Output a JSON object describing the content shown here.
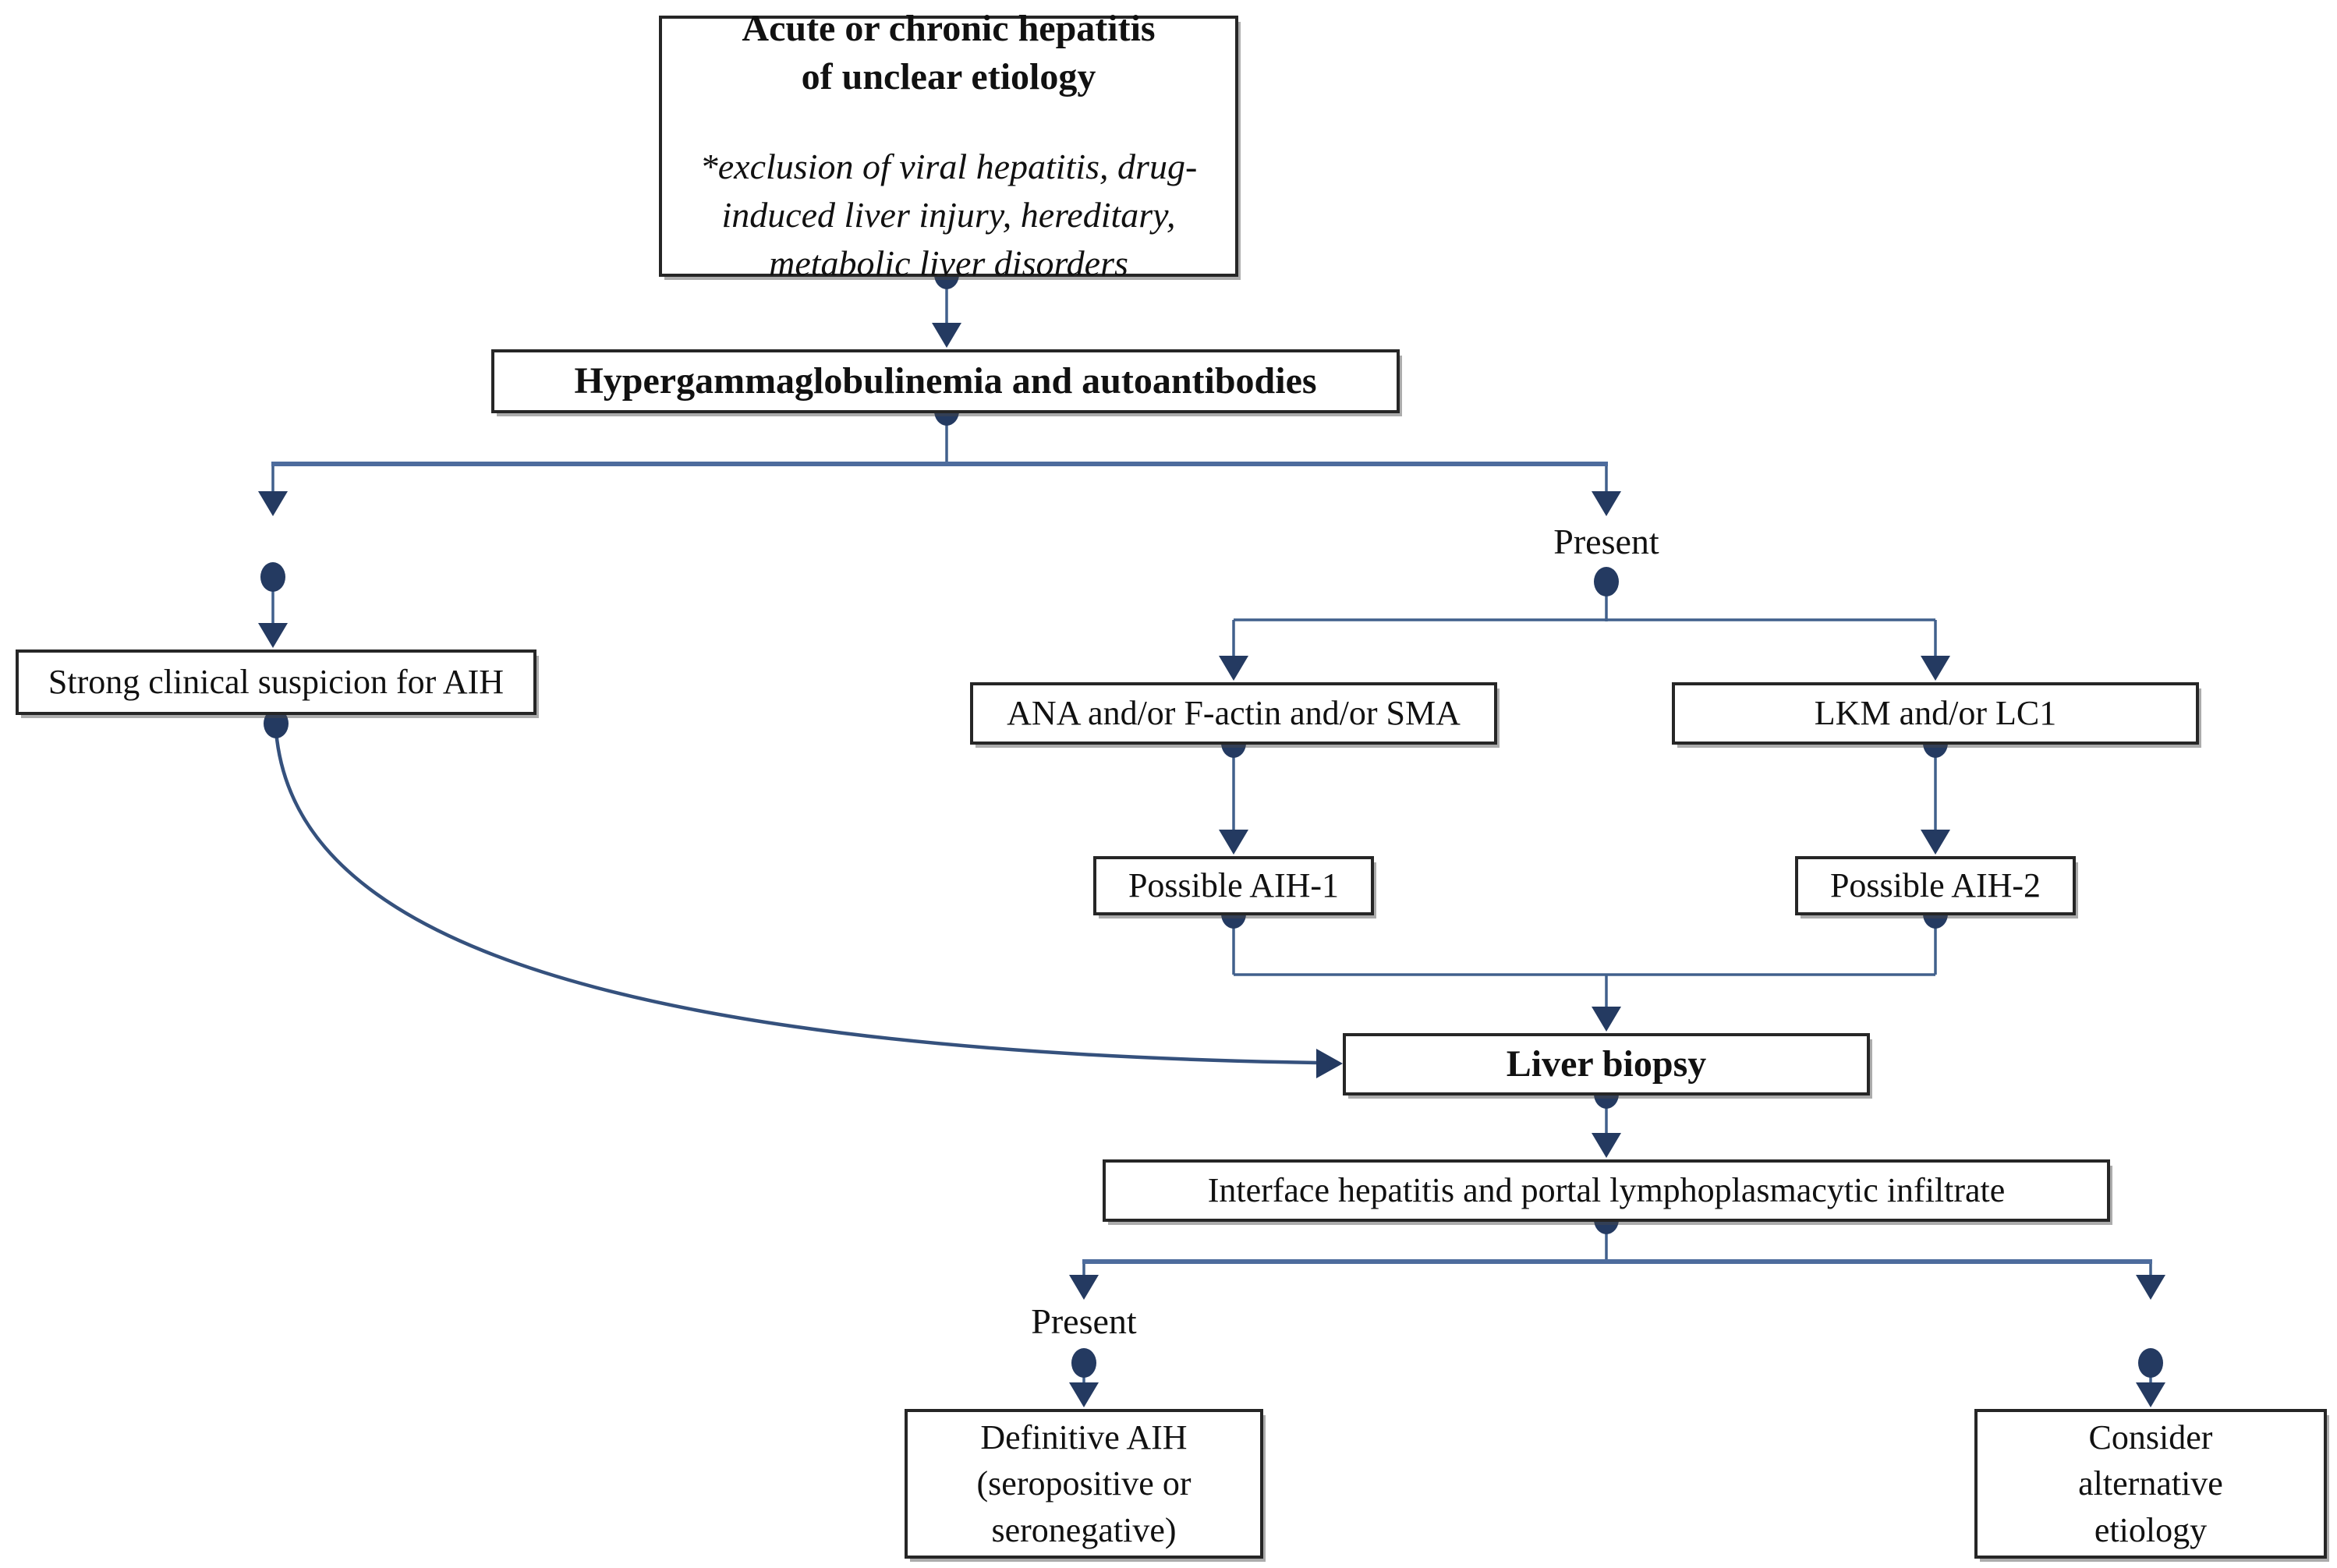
{
  "diagram": {
    "nodes": {
      "root": {
        "title_l1": "Acute or chronic hepatitis",
        "title_l2": "of unclear etiology",
        "note_l1": "*exclusion of viral hepatitis, drug-",
        "note_l2": "induced liver injury, hereditary,",
        "note_l3": "metabolic liver disorders"
      },
      "hyper": {
        "label": "Hypergammaglobulinemia and autoantibodies"
      },
      "suspicion": {
        "label": "Strong clinical suspicion for AIH"
      },
      "ana": {
        "label": "ANA and/or F-actin and/or SMA"
      },
      "lkm": {
        "label": "LKM and/or LC1"
      },
      "aih1": {
        "label": "Possible AIH-1"
      },
      "aih2": {
        "label": "Possible AIH-2"
      },
      "biopsy": {
        "label": "Liver biopsy"
      },
      "interface": {
        "label": "Interface hepatitis and portal lymphoplasmacytic infiltrate"
      },
      "definitive": {
        "label_l1": "Definitive AIH",
        "label_l2": "(seropositive or",
        "label_l3": "seronegative)"
      },
      "alternative": {
        "label_l1": "Consider",
        "label_l2": "alternative",
        "label_l3": "etiology"
      }
    },
    "edge_labels": {
      "present_upper": "Present",
      "present_lower": "Present"
    },
    "colors": {
      "connector_line": "#41608c",
      "split_line": "#4d6c9d",
      "dot_and_arrow": "#243a61",
      "box_border": "#262626",
      "text": "#111111",
      "background": "#ffffff"
    }
  }
}
